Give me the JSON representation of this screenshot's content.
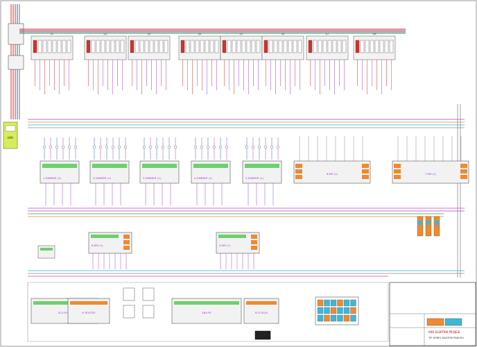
{
  "colors": {
    "paper": "#ffffff",
    "frame": "#555555",
    "phase": "#d0312d",
    "neutral": "#2f5fd0",
    "earth": "#3a9a3a",
    "bus_violet": "#9b40d0",
    "bus_magenta": "#d03fc0",
    "bus_orange": "#e08a2a",
    "bus_cyan": "#2ab0c8",
    "bus_grey": "#8a8a8a",
    "module_fill": "#f2f2f2",
    "terminal_orange": "#ee8a30",
    "terminal_green": "#6fcf6f",
    "meter_yellow": "#d8ec5a",
    "legend_teal": "#3fb6d8",
    "title_red": "#cc0000"
  },
  "sheet": {
    "breaker_groups": [
      {
        "label": "Q1"
      },
      {
        "label": "Q2"
      },
      {
        "label": "Q3"
      },
      {
        "label": "Q4"
      },
      {
        "label": "Q5"
      },
      {
        "label": "Q6"
      },
      {
        "label": "Q7"
      },
      {
        "label": "Q8"
      }
    ],
    "dimmers": [
      {
        "label": "1-DIMMER (1)"
      },
      {
        "label": "2-DIMMER (1)"
      },
      {
        "label": "3-DIMMER (1)"
      },
      {
        "label": "4-DIMMER (1)"
      },
      {
        "label": "5-DIMMER (1)"
      }
    ],
    "relays": [
      {
        "label": "6-KIR (1)"
      },
      {
        "label": "7-KIR (1)"
      }
    ],
    "lower_modules": [
      {
        "label": "8-KIR (1)"
      },
      {
        "label": "9-KIR (1)"
      }
    ],
    "bottom_panels": [
      {
        "label": "ECO-PLUS"
      },
      {
        "label": "IP ROUTER"
      },
      {
        "label": "KNX PS"
      },
      {
        "label": "ECO-PLUS"
      }
    ],
    "meter_label": "kWh",
    "title_block": {
      "title": "KNX ELEKTRIK PROJESI",
      "note": "TIP GENEL DAGITIM PANOSU"
    }
  }
}
